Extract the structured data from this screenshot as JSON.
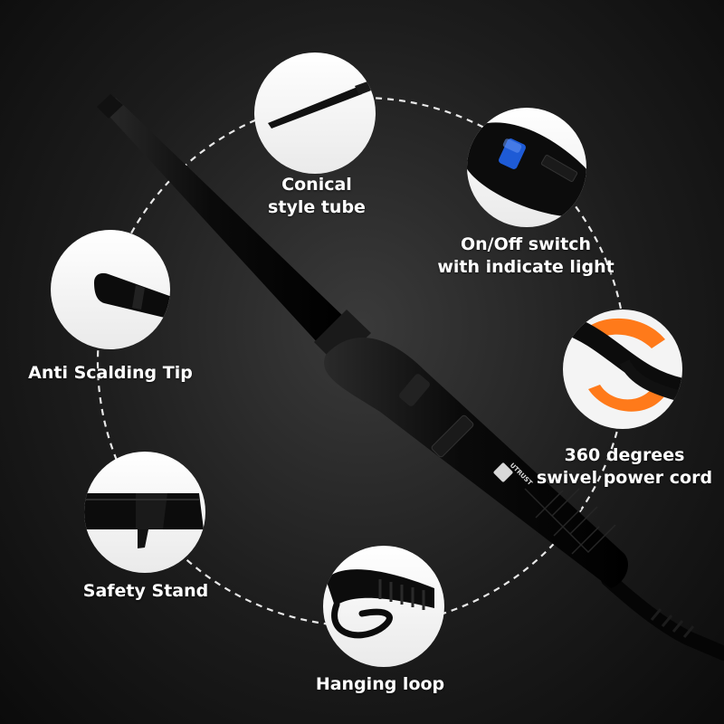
{
  "colors": {
    "background": "#1c1c1c",
    "circle_fill": "#ffffff",
    "dashed_ring": "#e8e8e8",
    "device": "#0c0c0c",
    "indicator_light": "#1e5bd6",
    "swivel_accent": "#ff7a1a",
    "label_text": "#ffffff"
  },
  "product": {
    "brand_mark": "UTRUST"
  },
  "features": [
    {
      "id": "conical-tube",
      "icon": "conical-tube-icon",
      "label_lines": [
        "Conical",
        "style tube"
      ]
    },
    {
      "id": "on-off-switch",
      "icon": "power-switch-icon",
      "label_lines": [
        "On/Off switch",
        "with indicate light"
      ]
    },
    {
      "id": "swivel-cord",
      "icon": "swivel-cord-icon",
      "label_lines": [
        "360 degrees",
        "swivel power cord"
      ]
    },
    {
      "id": "hanging-loop",
      "icon": "hanging-loop-icon",
      "label_lines": [
        "Hanging loop"
      ]
    },
    {
      "id": "safety-stand",
      "icon": "safety-stand-icon",
      "label_lines": [
        "Safety Stand"
      ]
    },
    {
      "id": "anti-scalding-tip",
      "icon": "anti-scalding-tip-icon",
      "label_lines": [
        "Anti Scalding Tip"
      ]
    }
  ]
}
